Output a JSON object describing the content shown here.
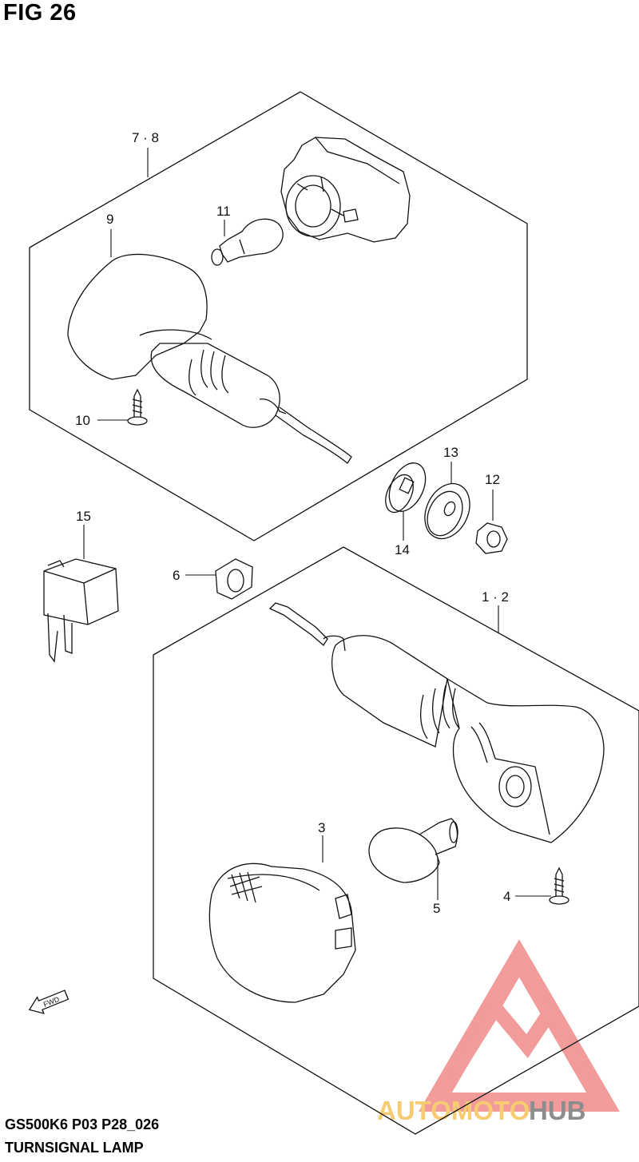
{
  "header": {
    "fig_label": "FIG 26"
  },
  "callouts": {
    "c78": "7 · 8",
    "c9": "9",
    "c11": "11",
    "c10": "10",
    "c13": "13",
    "c12": "12",
    "c14": "14",
    "c15": "15",
    "c6": "6",
    "c12b": "1 · 2",
    "c3": "3",
    "c4": "4",
    "c5": "5"
  },
  "fwd_label": "FWD",
  "footer": {
    "model_code": "GS500K6 P03 P28_026",
    "part_name": "TURNSIGNAL LAMP"
  },
  "watermark": {
    "part1": "AUTOMOTO",
    "part2": "HUB",
    "color_red": "#f08a8a",
    "color_orange": "#f6c35a",
    "color_grey": "#7a7a7a"
  }
}
